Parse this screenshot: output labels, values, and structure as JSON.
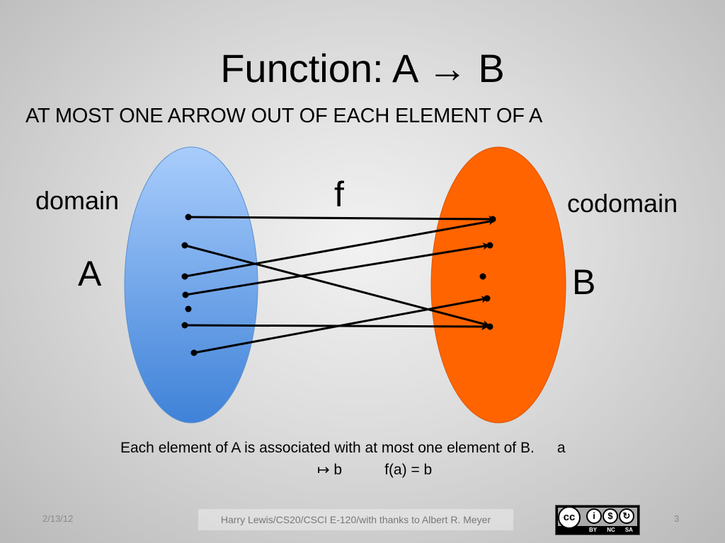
{
  "title": "Function: A → B",
  "subtitle": "AT MOST ONE ARROW OUT OF EACH ELEMENT OF A",
  "diagram": {
    "domain_word": "domain",
    "codomain_word": "codomain",
    "set_a_name": "A",
    "set_b_name": "B",
    "function_name": "f",
    "colors": {
      "set_a_light": "#a9cdfc",
      "set_a_dark": "#3f82d8",
      "set_b": "#ff6400",
      "arrow": "#000000"
    }
  },
  "caption": {
    "line1": "Each element of A is associated with at most one element of B.",
    "maps_var": "a",
    "maps_to": "↦ b",
    "equation": "f(a) = b"
  },
  "footer": {
    "date": "2/13/12",
    "credit": "Harry Lewis/CS20/CSCI E-120/with thanks to Albert R. Meyer",
    "page": "3",
    "license": {
      "main": "cc",
      "by_icon": "person-icon",
      "nc_icon": "dollar-icon",
      "sa_icon": "share-alike-icon",
      "tags": [
        "BY",
        "NC",
        "SA"
      ]
    }
  }
}
